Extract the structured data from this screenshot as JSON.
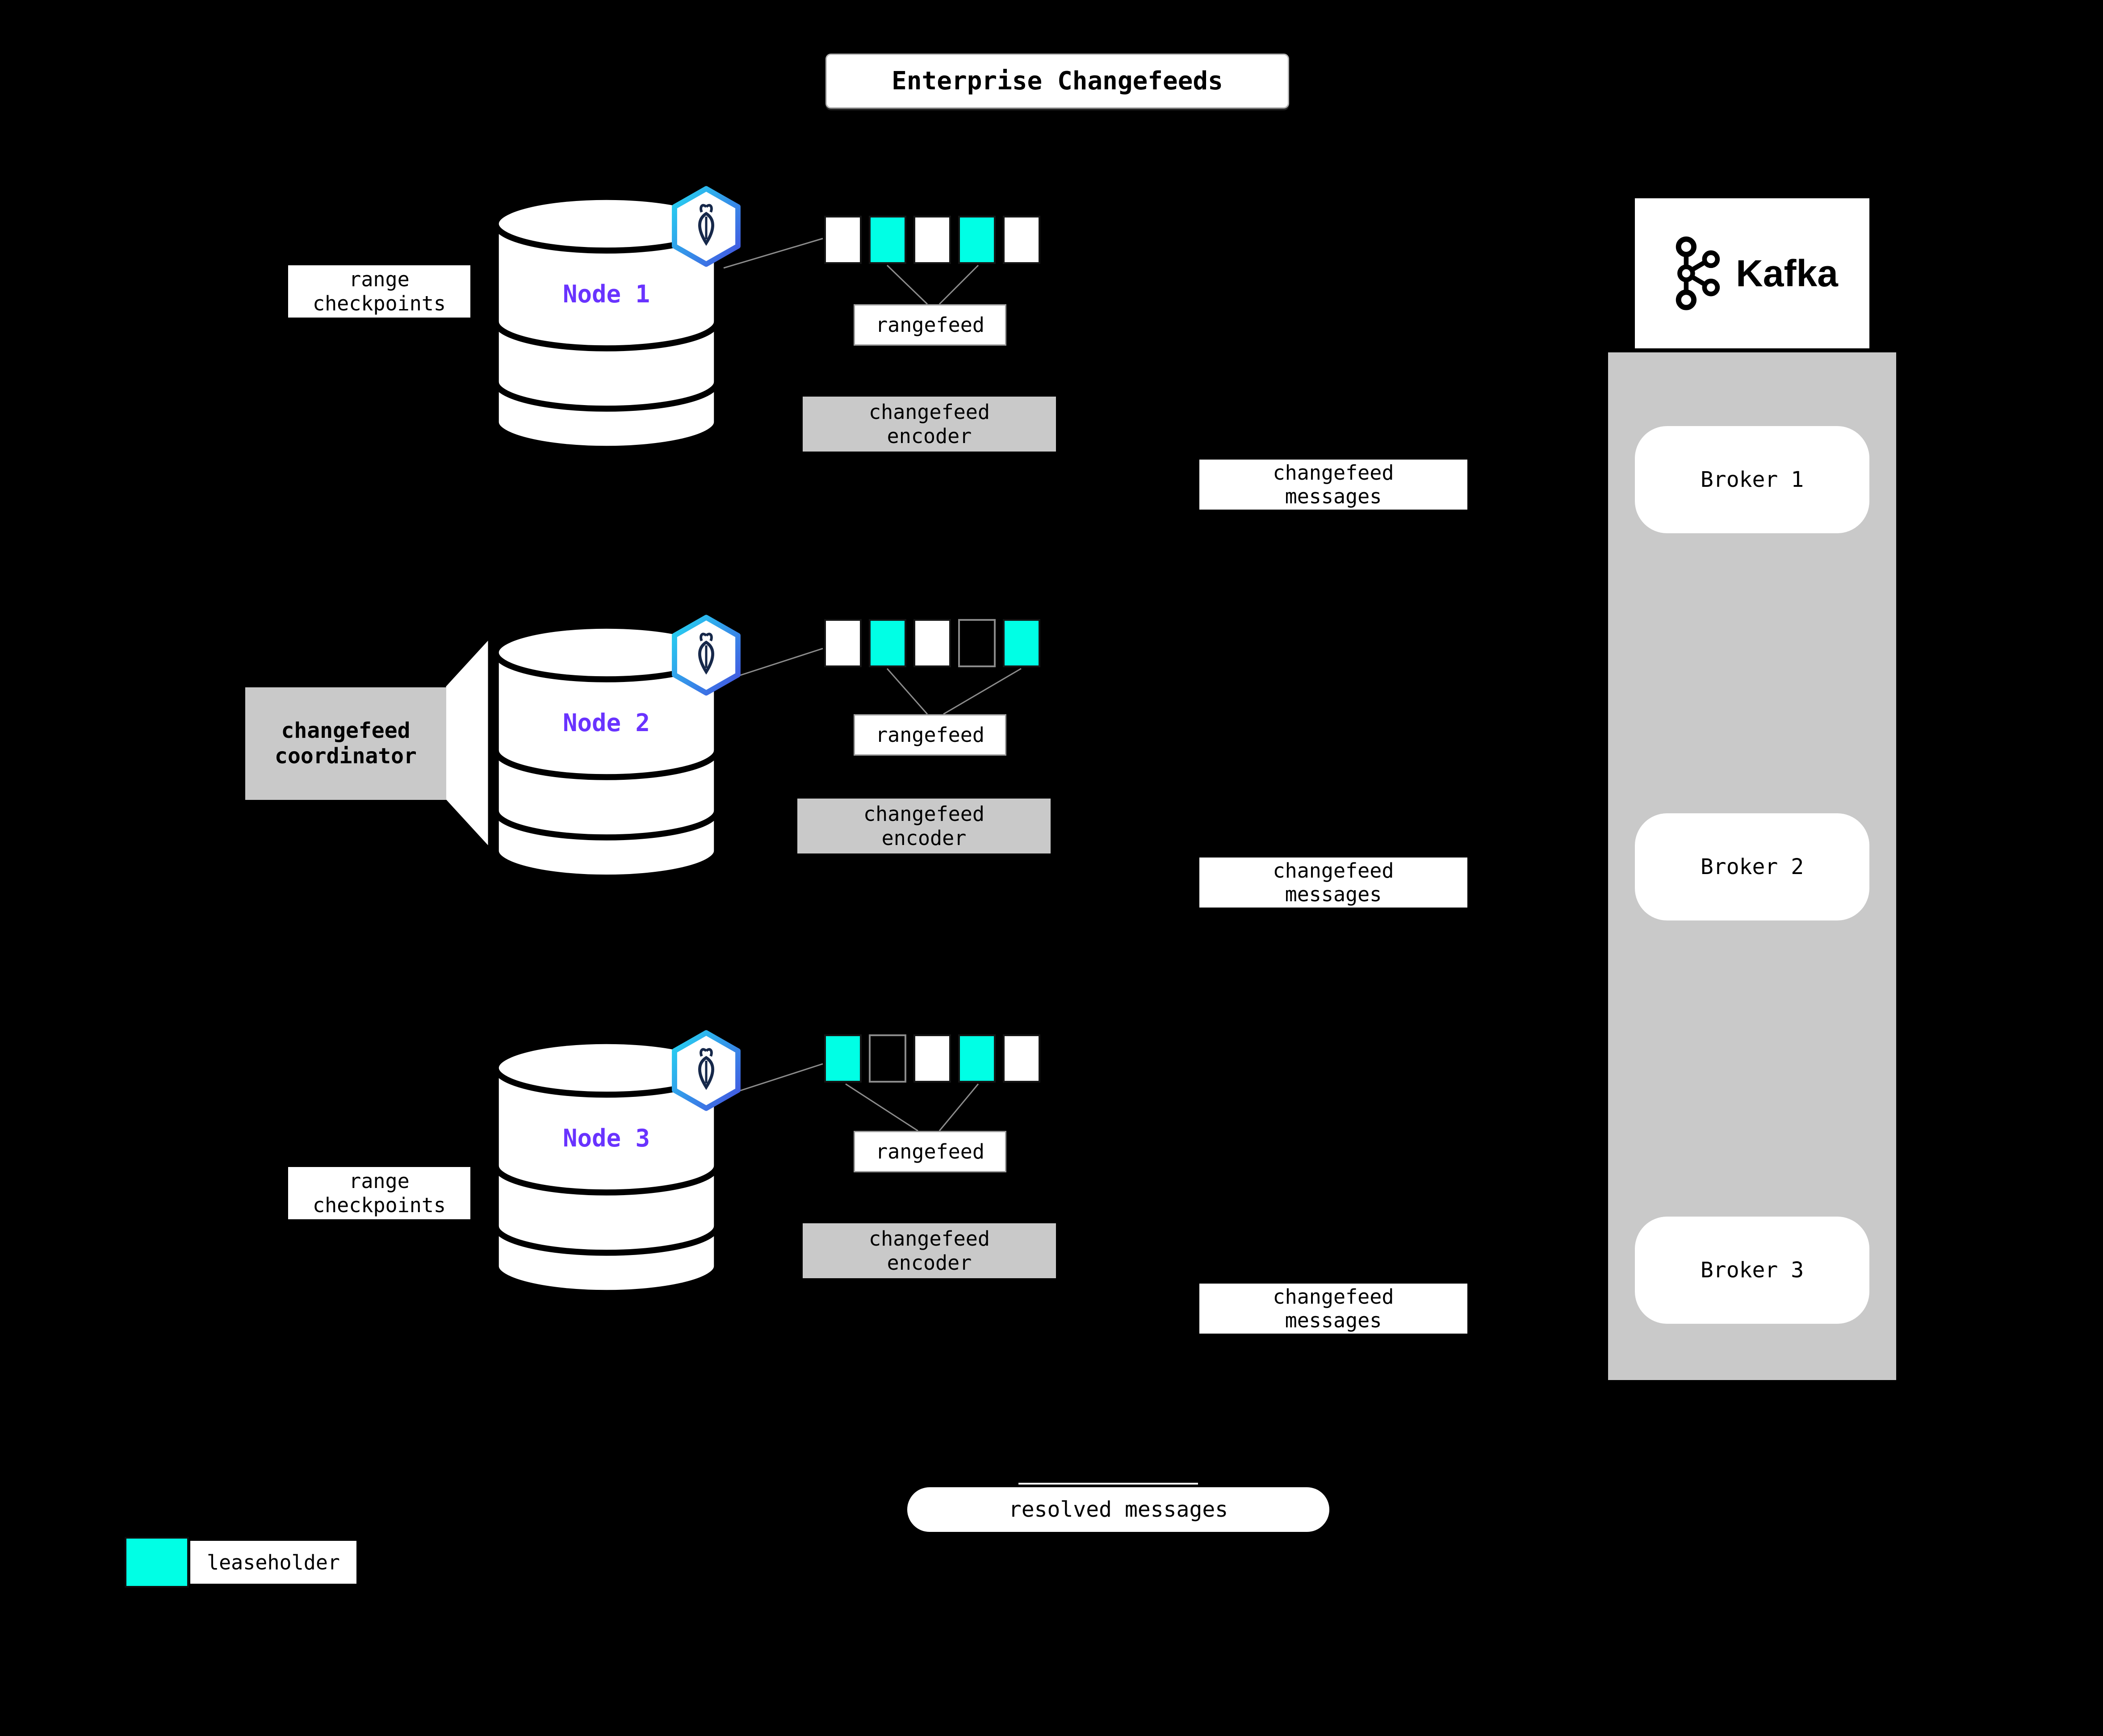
{
  "title": "Enterprise Changefeeds",
  "colors": {
    "background": "#000000",
    "leaseholder": "#00ffe5",
    "replica": "#ffffff",
    "node_label": "#6933ff",
    "panel_gray": "#c9c9c9"
  },
  "nodes": [
    {
      "label": "Node 1",
      "side_label": "range\ncheckpoints",
      "ranges": [
        "replica",
        "leaseholder",
        "replica",
        "leaseholder",
        "replica"
      ],
      "rangefeed": "rangefeed",
      "encoder": "changefeed\nencoder"
    },
    {
      "label": "Node 2",
      "coordinator": "changefeed\ncoordinator",
      "ranges": [
        "replica",
        "leaseholder",
        "replica",
        "outline",
        "leaseholder"
      ],
      "rangefeed": "rangefeed",
      "encoder": "changefeed\nencoder"
    },
    {
      "label": "Node 3",
      "side_label": "range\ncheckpoints",
      "ranges": [
        "leaseholder",
        "outline",
        "replica",
        "leaseholder",
        "replica"
      ],
      "rangefeed": "rangefeed",
      "encoder": "changefeed\nencoder"
    }
  ],
  "changefeed_messages": [
    "changefeed\nmessages",
    "changefeed\nmessages",
    "changefeed\nmessages"
  ],
  "resolved_messages": "resolved messages",
  "kafka": {
    "title": "Kafka",
    "brokers": [
      "Broker 1",
      "Broker 2",
      "Broker 3"
    ]
  },
  "legend": {
    "label": "leaseholder"
  }
}
